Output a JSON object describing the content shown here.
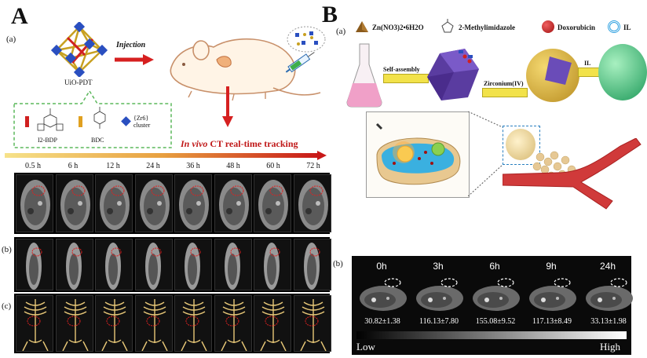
{
  "panelA": {
    "letter": "A",
    "sub_a": "(a)",
    "sub_b": "(b)",
    "sub_c": "(c)",
    "mof_label": "UiO-PDT",
    "injection_label": "Injection",
    "legend": {
      "i2bdp": "I2-BDP",
      "bdc": "BDC",
      "cluster": "{Zr6} cluster"
    },
    "tracking_label": "CT real-time tracking",
    "tracking_prefix": "In vivo",
    "timepoints": [
      "0.5 h",
      "6 h",
      "12 h",
      "24 h",
      "36 h",
      "48 h",
      "60 h",
      "72 h"
    ]
  },
  "panelB": {
    "letter": "B",
    "sub_a": "(a)",
    "sub_b": "(b)",
    "legend": {
      "zn": "Zn(NO3)2•6H2O",
      "mim": "2-Methylimidazole",
      "dox": "Doxorubicin",
      "il": "IL"
    },
    "step1": "Self-assembly",
    "step2": "Zirconium(IV)",
    "step3": "IL",
    "timepoints": [
      "0h",
      "3h",
      "6h",
      "9h",
      "24h"
    ],
    "values": [
      "30.82±1.38",
      "116.13±7.80",
      "155.08±9.52",
      "117.13±8.49",
      "33.13±1.98"
    ],
    "scale_low": "Low",
    "scale_high": "High"
  }
}
